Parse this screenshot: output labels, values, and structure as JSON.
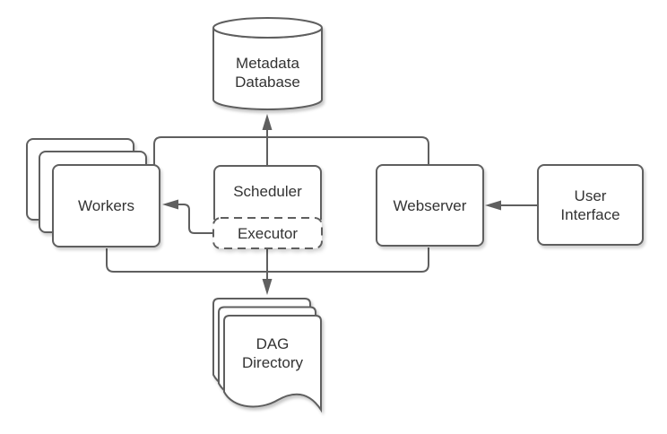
{
  "canvas": {
    "background": "#ffffff",
    "stroke_color": "#5f5f5f",
    "shape_fill": "#ffffff",
    "text_color": "#333333"
  },
  "nodes": {
    "metadata_database": {
      "label": "Metadata\nDatabase",
      "shape": "cylinder"
    },
    "workers": {
      "label": "Workers",
      "shape": "stacked-rounded-box"
    },
    "scheduler": {
      "label": "Scheduler",
      "shape": "rounded-box"
    },
    "executor": {
      "label": "Executor",
      "shape": "dashed-rounded-box"
    },
    "webserver": {
      "label": "Webserver",
      "shape": "rounded-box"
    },
    "user_interface": {
      "label": "User\nInterface",
      "shape": "rounded-box"
    },
    "dag_directory": {
      "label": "DAG\nDirectory",
      "shape": "document-stack"
    }
  },
  "edges": [
    {
      "from": "scheduler",
      "to": "metadata_database",
      "arrowhead": true
    },
    {
      "from": "executor",
      "to": "workers",
      "arrowhead": true
    },
    {
      "from": "user_interface",
      "to": "webserver",
      "arrowhead": true
    },
    {
      "from": "scheduler_executor",
      "to": "dag_directory",
      "arrowhead": true
    },
    {
      "from": "workers",
      "to": "webserver",
      "via": "top-bus",
      "arrowhead": false
    },
    {
      "from": "workers",
      "to": "webserver",
      "via": "bottom-bus",
      "arrowhead": false
    }
  ]
}
